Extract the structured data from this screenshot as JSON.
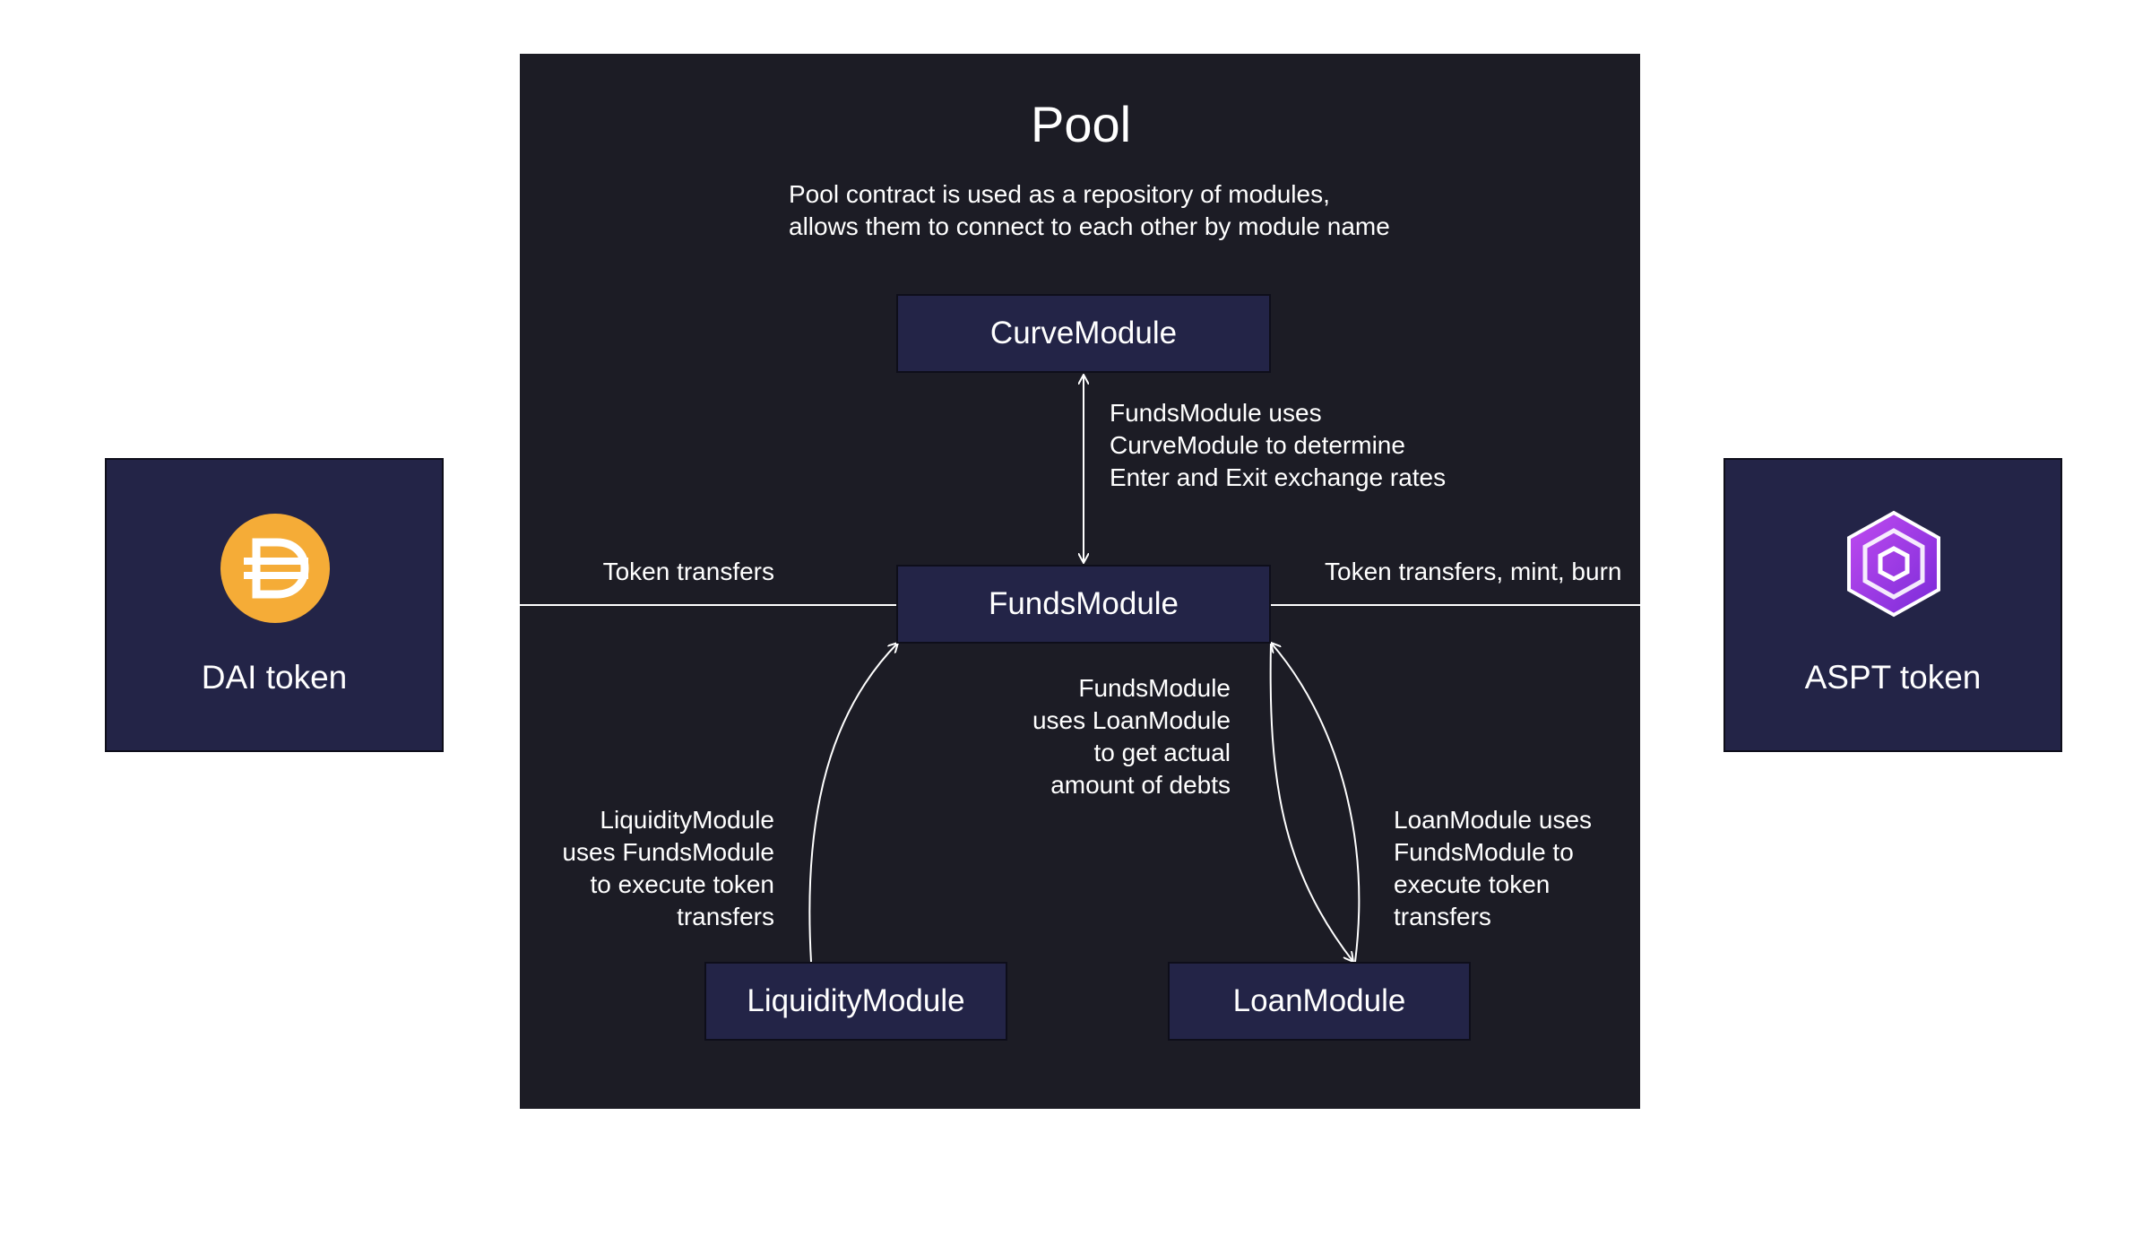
{
  "pool": {
    "title": "Pool",
    "description": [
      "Pool contract is used as a repository of modules,",
      "allows them to connect to each other by module name"
    ]
  },
  "modules": {
    "curve": "CurveModule",
    "funds": "FundsModule",
    "liquidity": "LiquidityModule",
    "loan": "LoanModule"
  },
  "tokens": {
    "dai": {
      "label": "DAI token",
      "color": "#f5ac37"
    },
    "aspt": {
      "label": "ASPT token",
      "color": "#a43ae8"
    }
  },
  "edges": {
    "left_transfer": "Token transfers",
    "right_transfer": "Token transfers, mint, burn"
  },
  "notes": {
    "funds_curve": [
      "FundsModule uses",
      "CurveModule to determine",
      "Enter and Exit exchange rates"
    ],
    "funds_loan": [
      "FundsModule",
      "uses LoanModule",
      "to get actual",
      "amount of debts"
    ],
    "liquidity_funds": [
      "LiquidityModule",
      "uses FundsModule",
      "to execute token",
      "transfers"
    ],
    "loan_funds": [
      "LoanModule uses",
      "FundsModule to",
      "execute token",
      "transfers"
    ]
  },
  "colors": {
    "pool_bg": "#1c1c25",
    "module_bg": "#232447",
    "line": "#ffffff"
  }
}
